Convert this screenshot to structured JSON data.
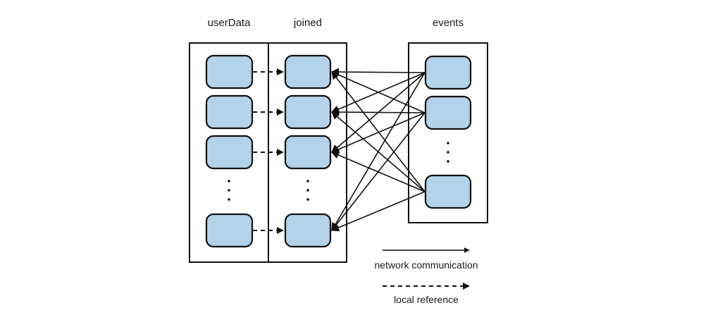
{
  "diagram": {
    "columns": [
      {
        "id": "userData",
        "label": "userData",
        "partitions": 4
      },
      {
        "id": "joined",
        "label": "joined",
        "partitions": 4
      },
      {
        "id": "events",
        "label": "events",
        "partitions": 3
      }
    ],
    "ellipsis": "⋮",
    "legend": {
      "network_label": "network communication",
      "local_label": "local reference"
    },
    "colors": {
      "partition_fill": "#b3d3ea",
      "stroke": "#111111"
    },
    "relations": {
      "userData_to_joined": "local reference",
      "events_to_joined": "network communication (all-to-all)"
    }
  }
}
